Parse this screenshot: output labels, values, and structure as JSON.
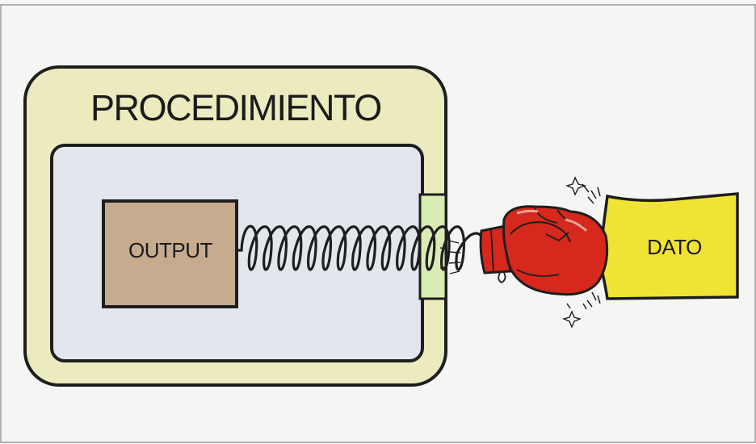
{
  "diagram": {
    "title": "PROCEDIMIENTO",
    "output_label": "OUTPUT",
    "data_label": "DATO"
  },
  "colors": {
    "background": "#f5f6f4",
    "outer_box": "#ecebbf",
    "inner_box": "#e3e6ec",
    "output_box": "#c7ab8f",
    "port": "#d8ecb4",
    "glove": "#d6281c",
    "data_block": "#f0e334",
    "outline": "#1e1e1e"
  }
}
